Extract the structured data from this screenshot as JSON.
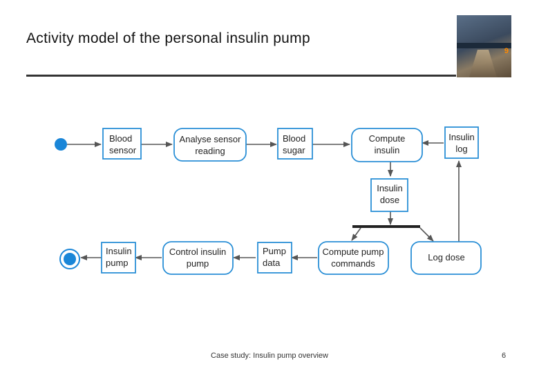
{
  "slide": {
    "title": "Activity model of the personal insulin pump",
    "footer": "Case study: Insulin pump overview",
    "page_number": "6"
  },
  "book_cover": {
    "edition_number": "9"
  },
  "diagram": {
    "nodes": {
      "blood_sensor": [
        "Blood",
        "sensor"
      ],
      "analyse_sensor_reading": [
        "Analyse sensor",
        "reading"
      ],
      "blood_sugar": [
        "Blood",
        "sugar"
      ],
      "compute_insulin": [
        "Compute",
        "insulin"
      ],
      "insulin_log": [
        "Insulin",
        "log"
      ],
      "insulin_dose": [
        "Insulin",
        "dose"
      ],
      "log_dose": [
        "Log dose"
      ],
      "compute_pump_commands": [
        "Compute pump",
        "commands"
      ],
      "pump_data": [
        "Pump",
        "data"
      ],
      "control_insulin_pump": [
        "Control insulin",
        "pump"
      ],
      "insulin_pump": [
        "Insulin",
        "pump"
      ]
    },
    "colors": {
      "line": "#555555",
      "box_stroke": "#2a8fd6",
      "box_fill": "#ffffff",
      "start_node": "#1a86d8",
      "bar": "#222222"
    }
  }
}
